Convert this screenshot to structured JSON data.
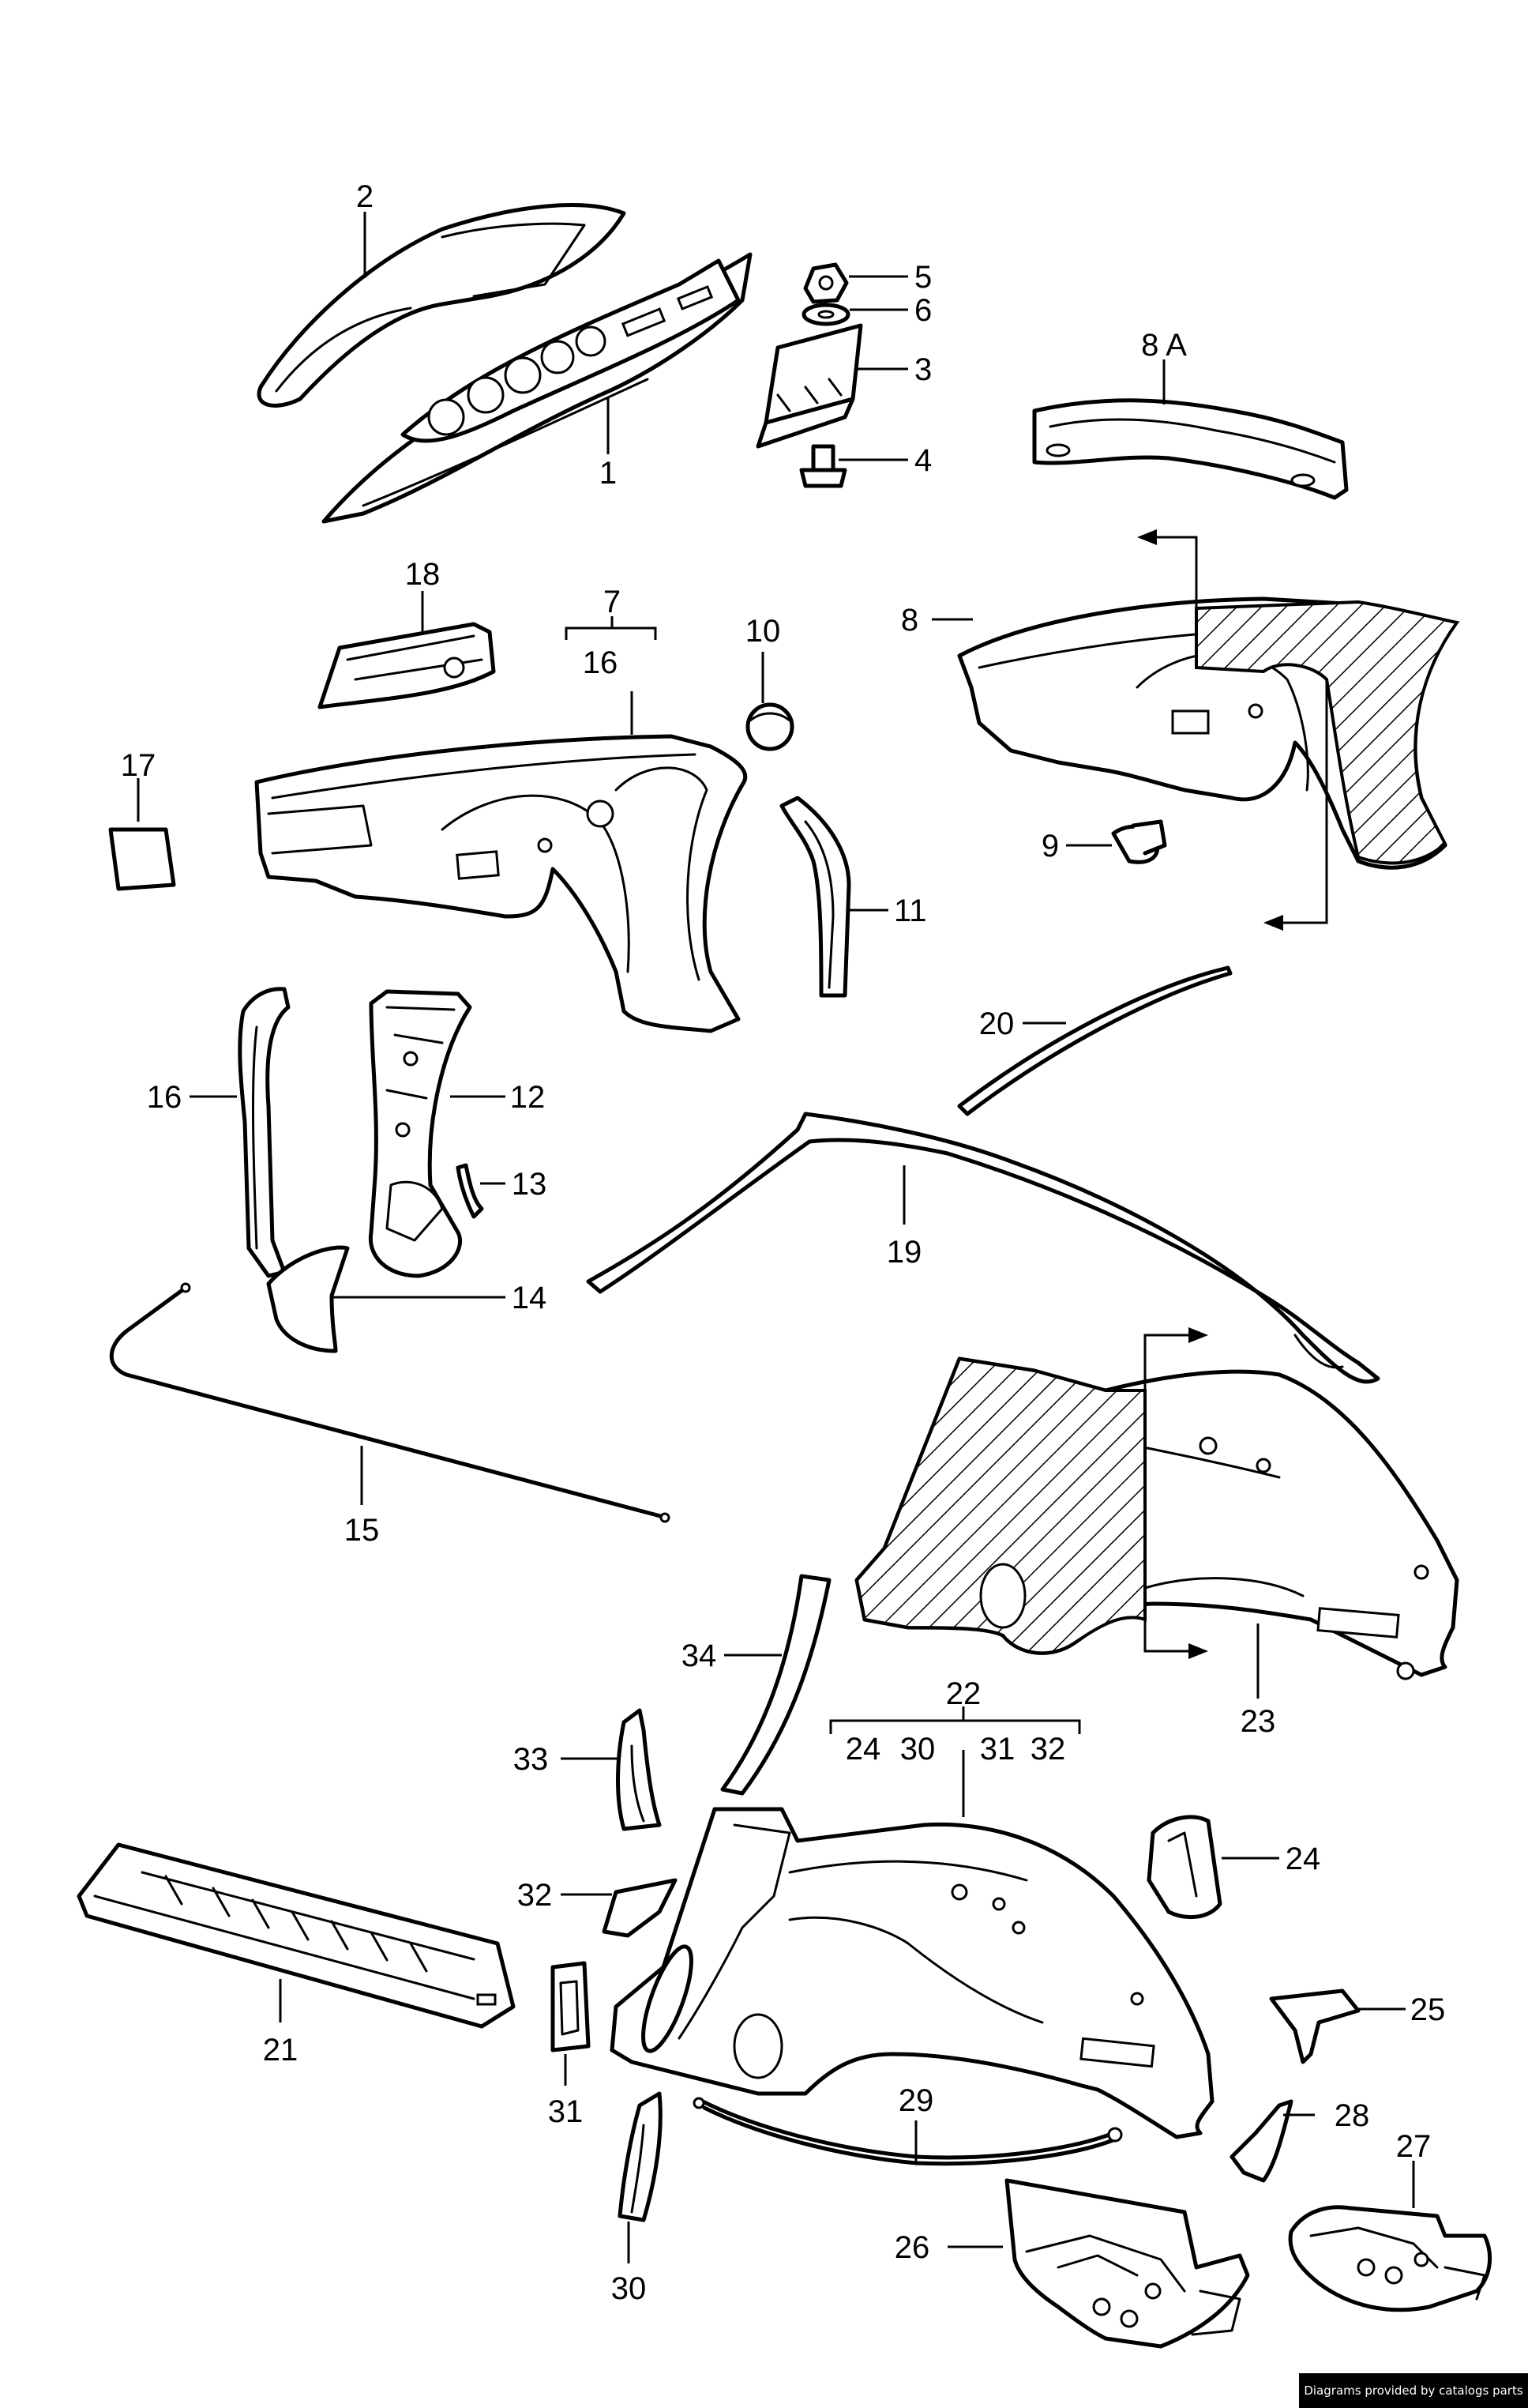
{
  "labels": {
    "p1": "1",
    "p2": "2",
    "p3": "3",
    "p4": "4",
    "p5": "5",
    "p6": "6",
    "p7": "7",
    "p7b": "16",
    "p8": "8",
    "p8a": "8 A",
    "p9": "9",
    "p10": "10",
    "p11": "11",
    "p12": "12",
    "p13": "13",
    "p14": "14",
    "p15": "15",
    "p16": "16",
    "p17": "17",
    "p18": "18",
    "p19": "19",
    "p20": "20",
    "p21": "21",
    "p22": "22",
    "p22a": "24",
    "p22b": "30",
    "p22c": "31",
    "p22d": "32",
    "p23": "23",
    "p24": "24",
    "p25": "25",
    "p26": "26",
    "p27": "27",
    "p28": "28",
    "p29": "29",
    "p30": "30",
    "p31": "31",
    "p32": "32",
    "p33": "33",
    "p34": "34"
  },
  "watermark": "Diagrams provided by catalogs parts",
  "colors": {
    "line": "#000000",
    "background": "#ffffff"
  }
}
